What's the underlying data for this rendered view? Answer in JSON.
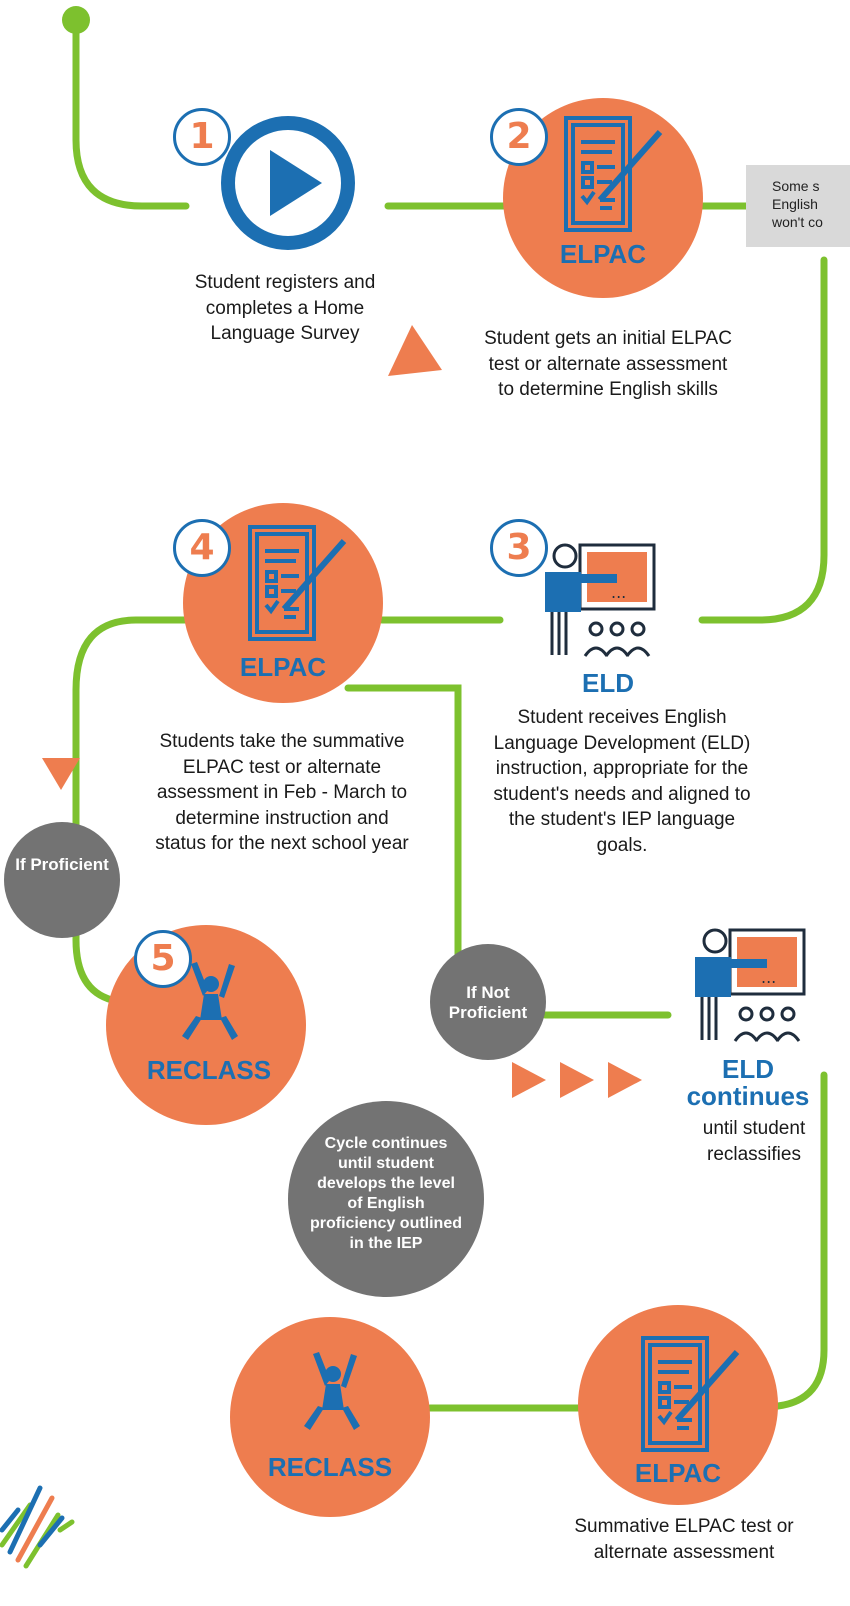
{
  "steps": {
    "s1": {
      "number": "1",
      "text": "Student registers and completes a Home Language Survey"
    },
    "s2": {
      "number": "2",
      "label": "ELPAC",
      "text": "Student gets an initial ELPAC test or alternate assessment to determine English skills"
    },
    "s3": {
      "number": "3",
      "label": "ELD",
      "text": "Student receives English Language Development (ELD) instruction, appropriate for the student's needs and aligned to the student's IEP language goals."
    },
    "s4": {
      "number": "4",
      "label": "ELPAC",
      "text": "Students take the summative ELPAC test or alternate assessment in Feb - March to determine instruction and status for the next school year"
    },
    "s5": {
      "number": "5",
      "label": "RECLASS"
    }
  },
  "side_note": "Some s\nEnglish\nwon't co",
  "branches": {
    "proficient": "If Proficient",
    "not_proficient": "If Not Proficient"
  },
  "eld_continues": {
    "title": "ELD continues",
    "subtitle": "until student reclassifies"
  },
  "cycle_note": "Cycle continues until student develops the level of English proficiency outlined in the IEP",
  "final_elpac": {
    "label": "ELPAC",
    "text": "Summative ELPAC test or alternate assessment"
  },
  "final_reclass": {
    "label": "RECLASS"
  },
  "colors": {
    "green": "#7dc12e",
    "orange": "#ee7d4f",
    "blue": "#1c6fb2",
    "gray": "#737373",
    "note_bg": "#d9d9d9"
  }
}
